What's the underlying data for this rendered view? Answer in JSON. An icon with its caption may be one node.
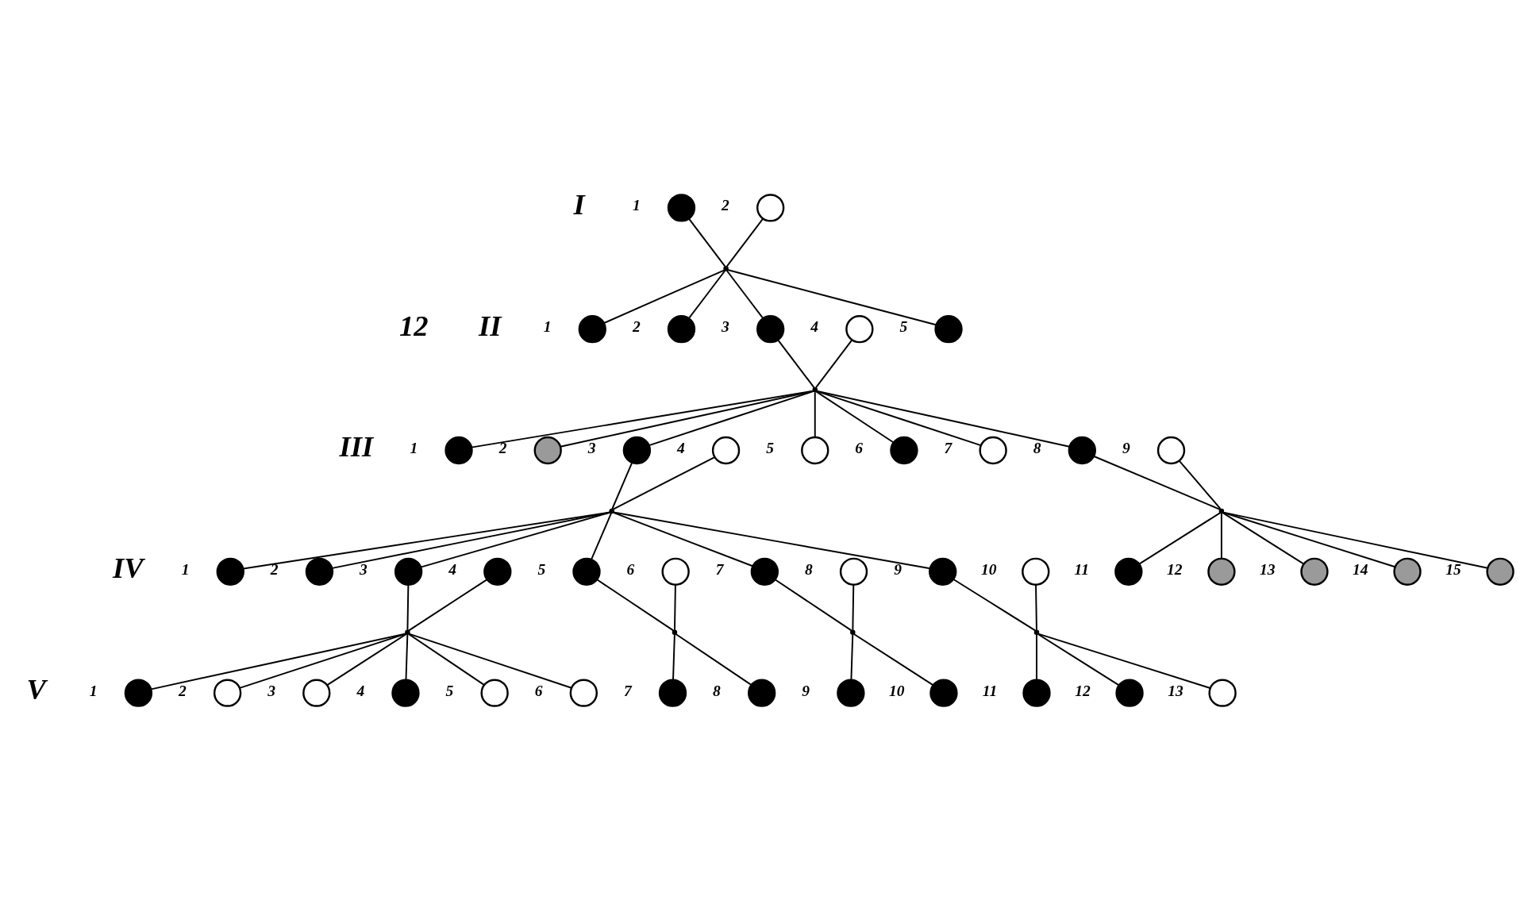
{
  "diagram": {
    "nodes": [
      {
        "text": [],
        "shape": "circle",
        "beside": [
          "1"
        ]
      },
      {
        "text": [],
        "shape": "circle",
        "beside": [
          "2"
        ]
      },
      {
        "text": [],
        "shape": "point"
      },
      {
        "text": [],
        "shape": "circle",
        "beside": [
          "1"
        ]
      },
      {
        "text": [],
        "shape": "circle",
        "beside": [
          "2"
        ]
      },
      {
        "text": [],
        "shape": "circle",
        "beside": [
          "3"
        ]
      },
      {
        "text": [],
        "shape": "circle",
        "beside": [
          "4"
        ]
      },
      {
        "text": [],
        "shape": "circle",
        "beside": [
          "5"
        ]
      },
      {
        "text": [],
        "shape": "point"
      },
      {
        "text": [],
        "shape": "circle",
        "beside": [
          "1"
        ]
      },
      {
        "text": [],
        "shape": "circle",
        "beside": [
          "2"
        ]
      },
      {
        "text": [],
        "shape": "circle",
        "beside": [
          "3"
        ]
      },
      {
        "text": [],
        "shape": "circle",
        "beside": [
          "4"
        ]
      },
      {
        "text": [],
        "shape": "circle",
        "beside": [
          "5"
        ]
      },
      {
        "text": [],
        "shape": "circle",
        "beside": [
          "6"
        ]
      },
      {
        "text": [],
        "shape": "circle",
        "beside": [
          "7"
        ]
      },
      {
        "text": [],
        "shape": "circle",
        "beside": [
          "8"
        ]
      },
      {
        "text": [],
        "shape": "circle",
        "beside": [
          "9"
        ]
      },
      {
        "text": [],
        "shape": "point"
      },
      {
        "text": [],
        "shape": "point"
      },
      {
        "text": [],
        "shape": "circle",
        "beside": [
          "1"
        ]
      },
      {
        "text": [],
        "shape": "circle",
        "beside": [
          "2"
        ]
      },
      {
        "text": [],
        "shape": "circle",
        "beside": [
          "3"
        ]
      },
      {
        "text": [],
        "shape": "circle",
        "beside": [
          "4"
        ]
      },
      {
        "text": [],
        "shape": "circle",
        "beside": [
          "5"
        ]
      },
      {
        "text": [],
        "shape": "circle",
        "beside": [
          "6"
        ]
      },
      {
        "text": [],
        "shape": "circle",
        "beside": [
          "7"
        ]
      },
      {
        "text": [],
        "shape": "circle",
        "beside": [
          "8"
        ]
      },
      {
        "text": [],
        "shape": "circle",
        "beside": [
          "9"
        ]
      },
      {
        "text": [],
        "shape": "circle",
        "beside": [
          "10"
        ]
      },
      {
        "text": [],
        "shape": "circle",
        "beside": [
          "11"
        ]
      },
      {
        "text": [],
        "shape": "circle",
        "beside": [
          "12"
        ]
      },
      {
        "text": [],
        "shape": "circle",
        "beside": [
          "13"
        ]
      },
      {
        "text": [],
        "shape": "circle",
        "beside": [
          "14"
        ]
      },
      {
        "text": [],
        "shape": "circle",
        "beside": [
          "15"
        ]
      },
      {
        "text": [],
        "shape": "point"
      },
      {
        "text": [],
        "shape": "point"
      },
      {
        "text": [],
        "shape": "point"
      },
      {
        "text": [],
        "shape": "point"
      },
      {
        "text": [],
        "shape": "circle",
        "beside": [
          "1"
        ]
      },
      {
        "text": [],
        "shape": "circle",
        "beside": [
          "2"
        ]
      },
      {
        "text": [],
        "shape": "circle",
        "beside": [
          "3"
        ]
      },
      {
        "text": [],
        "shape": "circle",
        "beside": [
          "4"
        ]
      },
      {
        "text": [],
        "shape": "circle",
        "beside": [
          "5"
        ]
      },
      {
        "text": [],
        "shape": "circle",
        "beside": [
          "6"
        ]
      },
      {
        "text": [],
        "shape": "circle",
        "beside": [
          "7"
        ]
      },
      {
        "text": [],
        "shape": "circle",
        "beside": [
          "8"
        ]
      },
      {
        "text": [],
        "shape": "circle",
        "beside": [
          "9"
        ]
      },
      {
        "text": [],
        "shape": "circle",
        "beside": [
          "10"
        ]
      },
      {
        "text": [],
        "shape": "circle",
        "beside": [
          "11"
        ]
      },
      {
        "text": [],
        "shape": "circle",
        "beside": [
          "12"
        ]
      },
      {
        "text": [],
        "shape": "circle",
        "beside": [
          "13"
        ]
      }
    ],
    "edges": [
      {
        "from": 0,
        "to": 2,
        "arrow": "none"
      },
      {
        "from": 1,
        "to": 2,
        "arrow": "none"
      },
      {
        "from": 2,
        "to": 3,
        "arrow": "none"
      },
      {
        "from": 2,
        "to": 4,
        "arrow": "none"
      },
      {
        "from": 2,
        "to": 5,
        "arrow": "none"
      },
      {
        "from": 2,
        "to": 7,
        "arrow": "none"
      },
      {
        "from": 5,
        "to": 8,
        "arrow": "none"
      },
      {
        "from": 6,
        "to": 8,
        "arrow": "none"
      },
      {
        "from": 8,
        "to": 9,
        "arrow": "none"
      },
      {
        "from": 8,
        "to": 10,
        "arrow": "none"
      },
      {
        "from": 8,
        "to": 11,
        "arrow": "none"
      },
      {
        "from": 8,
        "to": 13,
        "arrow": "none"
      },
      {
        "from": 8,
        "to": 14,
        "arrow": "none"
      },
      {
        "from": 8,
        "to": 15,
        "arrow": "none"
      },
      {
        "from": 8,
        "to": 16,
        "arrow": "none"
      },
      {
        "from": 11,
        "to": 18,
        "arrow": "none"
      },
      {
        "from": 12,
        "to": 18,
        "arrow": "none"
      },
      {
        "from": 18,
        "to": 20,
        "arrow": "none"
      },
      {
        "from": 18,
        "to": 21,
        "arrow": "none"
      },
      {
        "from": 18,
        "to": 22,
        "arrow": "none"
      },
      {
        "from": 18,
        "to": 24,
        "arrow": "none"
      },
      {
        "from": 18,
        "to": 26,
        "arrow": "none"
      },
      {
        "from": 18,
        "to": 28,
        "arrow": "none"
      },
      {
        "from": 16,
        "to": 19,
        "arrow": "none"
      },
      {
        "from": 17,
        "to": 19,
        "arrow": "none"
      },
      {
        "from": 19,
        "to": 30,
        "arrow": "none"
      },
      {
        "from": 19,
        "to": 31,
        "arrow": "none"
      },
      {
        "from": 19,
        "to": 32,
        "arrow": "none"
      },
      {
        "from": 19,
        "to": 33,
        "arrow": "none"
      },
      {
        "from": 19,
        "to": 34,
        "arrow": "none"
      },
      {
        "from": 22,
        "to": 35,
        "arrow": "none"
      },
      {
        "from": 23,
        "to": 35,
        "arrow": "none"
      },
      {
        "from": 35,
        "to": 39,
        "arrow": "none"
      },
      {
        "from": 35,
        "to": 40,
        "arrow": "none"
      },
      {
        "from": 35,
        "to": 41,
        "arrow": "none"
      },
      {
        "from": 35,
        "to": 42,
        "arrow": "none"
      },
      {
        "from": 35,
        "to": 43,
        "arrow": "none"
      },
      {
        "from": 35,
        "to": 44,
        "arrow": "none"
      },
      {
        "from": 24,
        "to": 36,
        "arrow": "none"
      },
      {
        "from": 25,
        "to": 36,
        "arrow": "none"
      },
      {
        "from": 36,
        "to": 45,
        "arrow": "none"
      },
      {
        "from": 36,
        "to": 46,
        "arrow": "none"
      },
      {
        "from": 26,
        "to": 37,
        "arrow": "none"
      },
      {
        "from": 27,
        "to": 37,
        "arrow": "none"
      },
      {
        "from": 37,
        "to": 47,
        "arrow": "none"
      },
      {
        "from": 37,
        "to": 48,
        "arrow": "none"
      },
      {
        "from": 28,
        "to": 38,
        "arrow": "none"
      },
      {
        "from": 29,
        "to": 38,
        "arrow": "none"
      },
      {
        "from": 38,
        "to": 49,
        "arrow": "none"
      },
      {
        "from": 38,
        "to": 50,
        "arrow": "none"
      },
      {
        "from": 38,
        "to": 51,
        "arrow": "none"
      }
    ],
    "labels": [
      "I",
      "12",
      "II",
      "III",
      "IV",
      "V"
    ]
  }
}
